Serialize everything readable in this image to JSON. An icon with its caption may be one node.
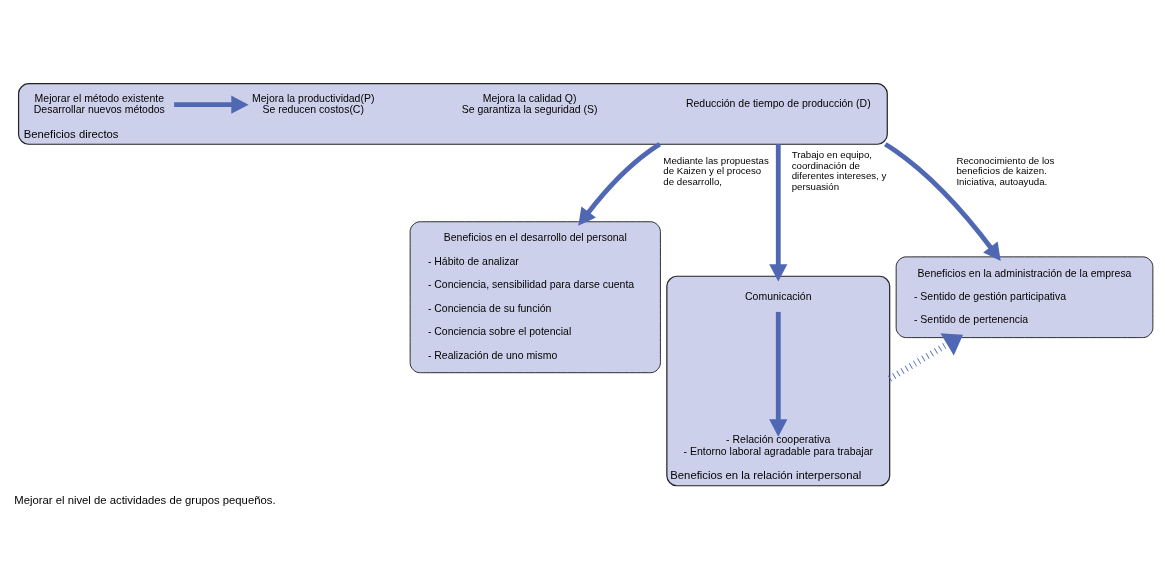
{
  "diagram": {
    "caption": "Mejorar el nivel de actividades de grupos pequeños.",
    "nodes": [
      {
        "text": [
          "Beneficios directos"
        ]
      },
      {
        "text": [
          "Mejorar el método existente",
          "Desarrollar nuevos métodos"
        ],
        "in": 0
      },
      {
        "text": [
          "Mejora la productividad(P)",
          "Se reducen costos(C)"
        ],
        "in": 0
      },
      {
        "text": [
          "Mejora la calidad Q)",
          "Se garantiza la seguridad (S)"
        ],
        "in": 0
      },
      {
        "text": [
          "Reducción de tiempo de producción (D)"
        ],
        "in": 0
      },
      {
        "text": [
          "Beneficios en el desarrollo del personal",
          "- Hábito de analizar",
          "- Conciencia, sensibilidad para darse cuenta",
          "- Conciencia de su función",
          "- Conciencia sobre el potencial",
          "- Realización de uno mismo"
        ]
      },
      {
        "text": [
          "Beneficios en la relación interpersonal"
        ]
      },
      {
        "text": [
          "Comunicación"
        ],
        "in": 6
      },
      {
        "text": [
          "- Relación cooperativa",
          "- Entorno laboral agradable para trabajar"
        ],
        "in": 6
      },
      {
        "text": [
          "Beneficios en la administración de la empresa",
          "- Sentido de gestión participativa",
          "- Sentido de pertenencia"
        ]
      }
    ],
    "edges": [
      {
        "from": 1,
        "to": 2,
        "arrow": "to"
      },
      {
        "from": 0,
        "to": 5,
        "arrow": "to",
        "label": "Mediante las propuestas de Kaizen y el proceso de desarrollo,"
      },
      {
        "from": 0,
        "to": 6,
        "arrow": "to",
        "label": "Trabajo en equipo, coordinación de diferentes intereses, y persuasión"
      },
      {
        "from": 0,
        "to": 9,
        "arrow": "to",
        "label": "Reconocimiento de los beneficios de kaizen. Iniciativa, autoayuda."
      },
      {
        "from": 7,
        "to": 8,
        "arrow": "to"
      },
      {
        "from": 6,
        "to": 9,
        "arrow": "to",
        "style": "dashed"
      }
    ]
  }
}
